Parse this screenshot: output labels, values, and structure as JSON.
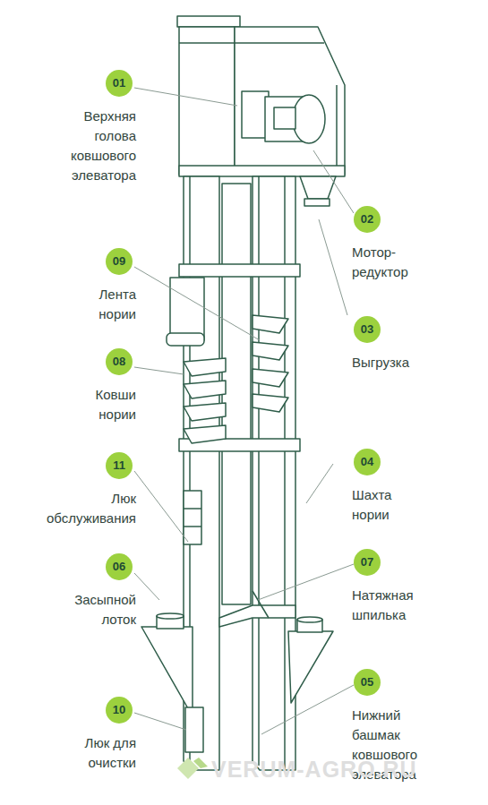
{
  "diagram": {
    "nodes": [
      {
        "text": [
          "01",
          "Верхняя голова ковшового элеватора"
        ]
      },
      {
        "text": [
          "02",
          "Мотор- редуктор"
        ]
      },
      {
        "text": [
          "09",
          "Лента нории"
        ]
      },
      {
        "text": [
          "03",
          "Выгрузка"
        ]
      },
      {
        "text": [
          "08",
          "Ковши нории"
        ]
      },
      {
        "text": [
          "04",
          "Шахта нории"
        ]
      },
      {
        "text": [
          "11",
          "Люк обслуживания"
        ]
      },
      {
        "text": [
          "07",
          "Натяжная шпилька"
        ]
      },
      {
        "text": [
          "06",
          "Засыпной лоток"
        ]
      },
      {
        "text": [
          "05",
          "Нижний башмак ковшового элеватора"
        ]
      },
      {
        "text": [
          "10",
          "Люк для очистки"
        ]
      }
    ],
    "labels": [
      "VERUM-AGRO.RU"
    ]
  }
}
